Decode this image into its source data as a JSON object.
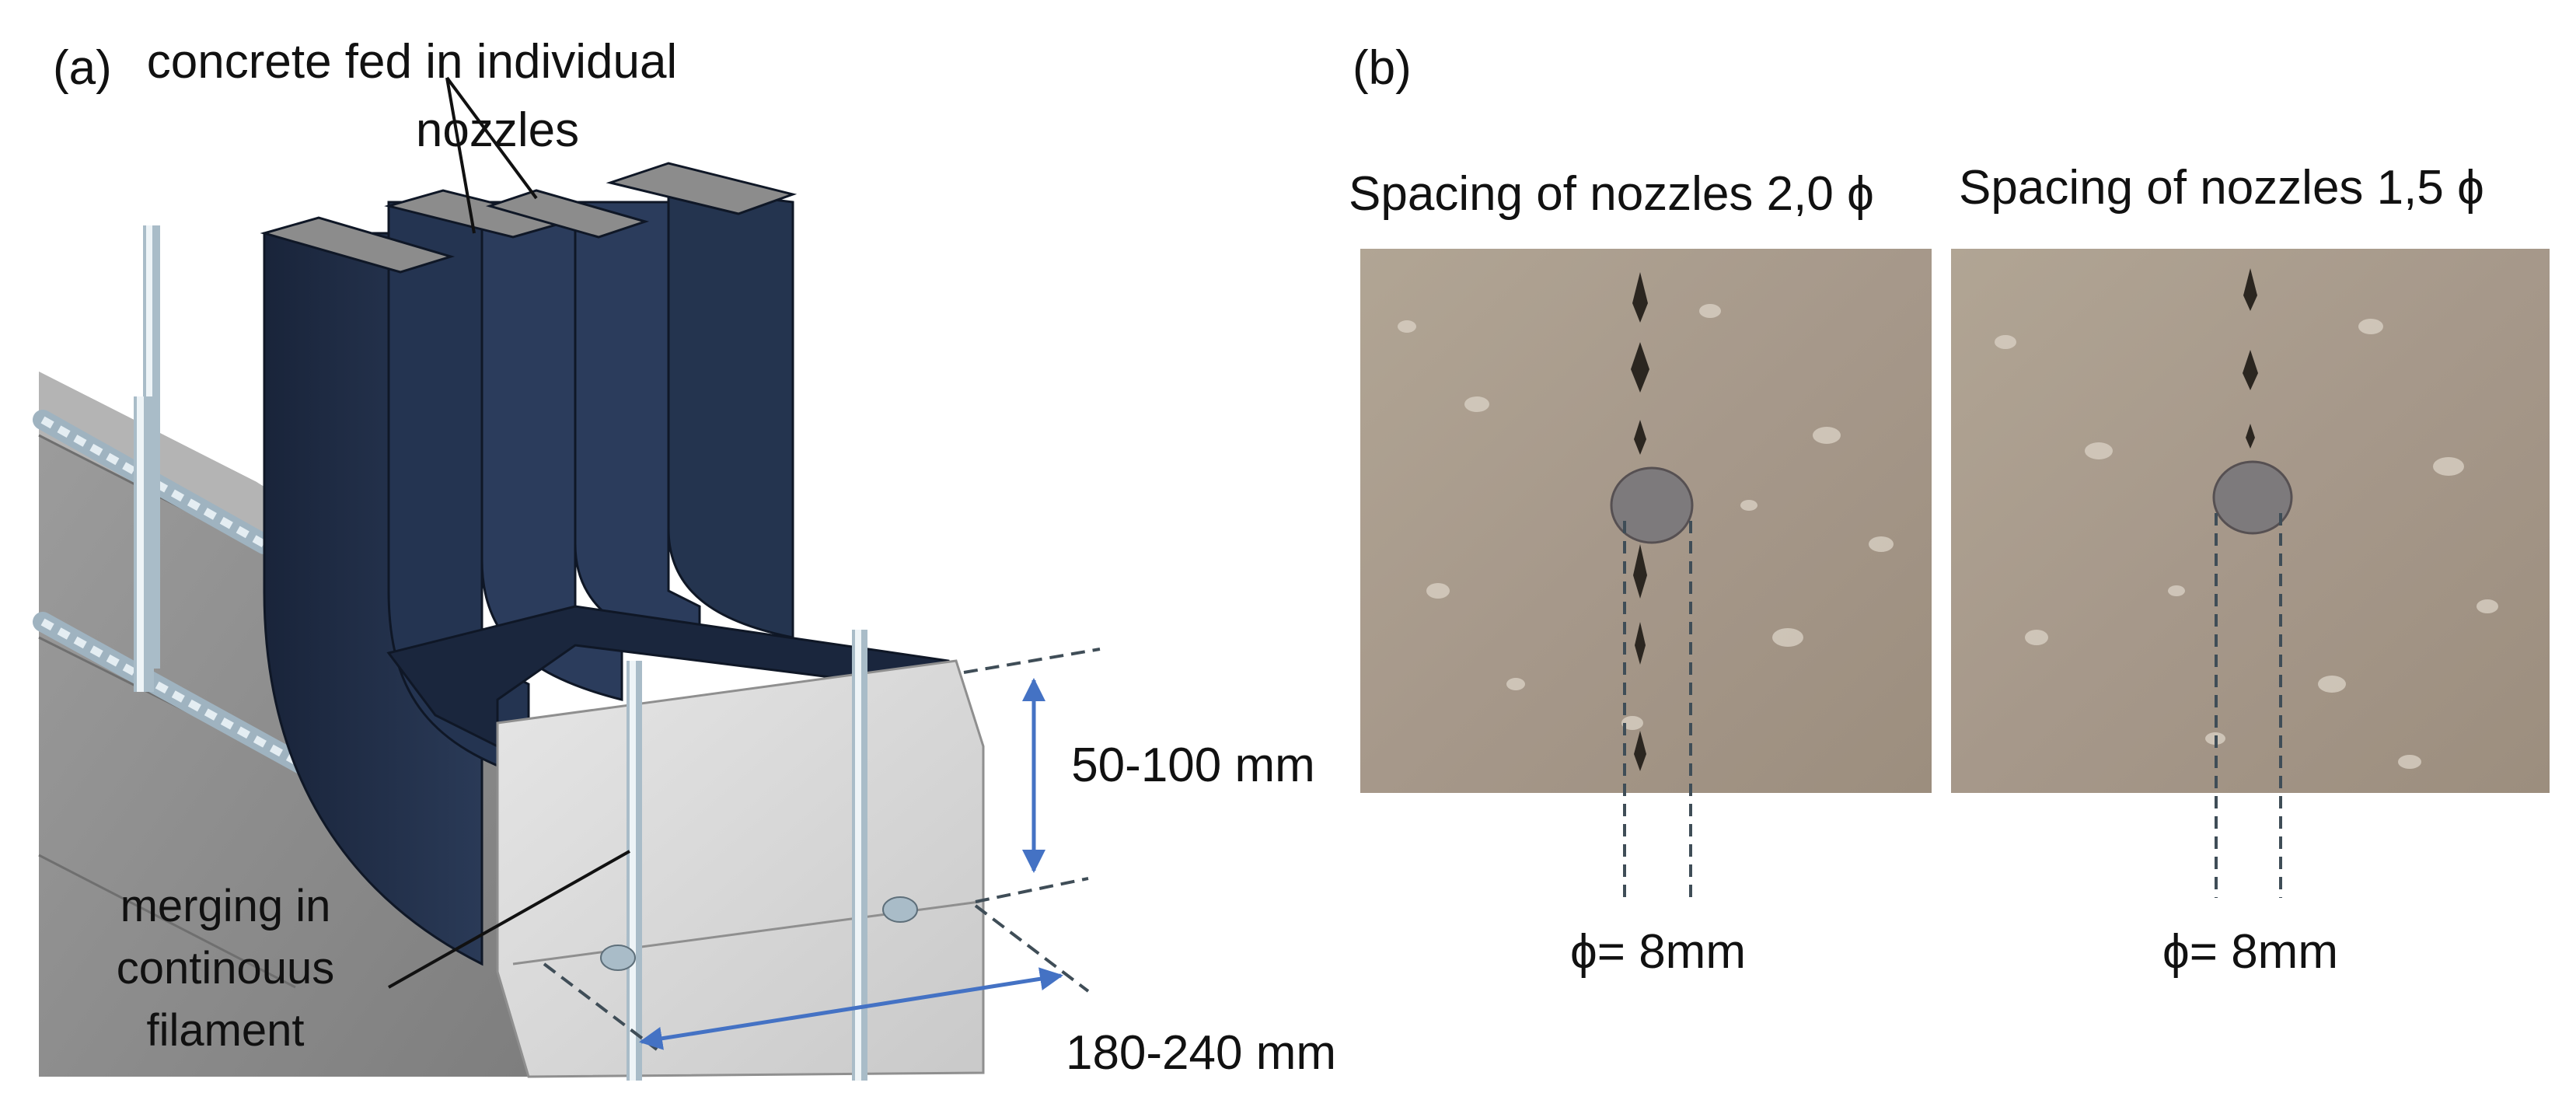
{
  "panel_a": {
    "label": "(a)",
    "feed_note_line1": "concrete fed in individual",
    "feed_note_line2": "nozzles",
    "merge_note_line1": "merging in",
    "merge_note_line2": "continouus",
    "merge_note_line3": "filament",
    "height_dim": "50-100 mm",
    "width_dim": "180-240 mm"
  },
  "panel_b": {
    "label": "(b)",
    "photo_left_title": "Spacing of nozzles 2,0 ϕ",
    "photo_right_title": "Spacing of nozzles 1,5 ϕ",
    "photo_left_dim": "ϕ= 8mm",
    "photo_right_dim": "ϕ= 8mm"
  },
  "colors": {
    "nozzle": "#1f2d45",
    "nozzle_top": "#8a8a8a",
    "concrete_photo": "#a99a88",
    "dimension_arrow": "#4472c4"
  }
}
